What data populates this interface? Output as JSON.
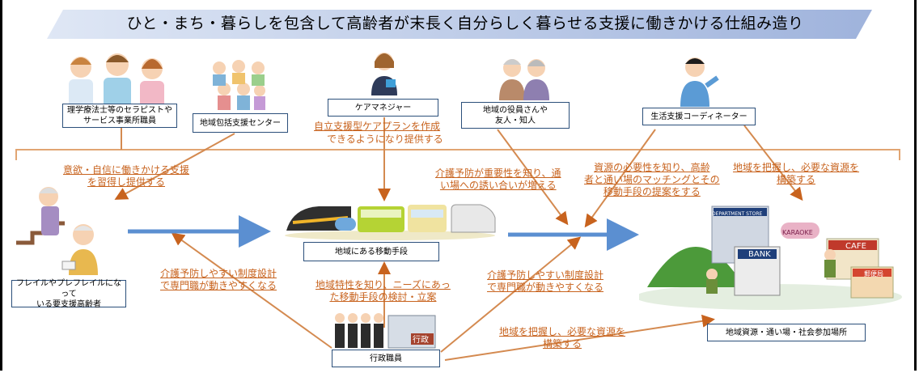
{
  "title": "ひと・まち・暮らしを包含して高齢者が末長く自分らしく暮らせる支援に働きかける仕組み造り",
  "actors": {
    "therapist": "理学療法士等のセラピストや\nサービス事業所職員",
    "center": "地域包括支援センター",
    "caremanager": "ケアマネジャー",
    "officers": "地域の役員さんや\n友人・知人",
    "coordinator": "生活支援コーディネーター",
    "elderly": "フレイルやプレフレイルになって\nいる要支援高齢者",
    "transport": "地域にある移動手段",
    "gov": "行政職員",
    "resources": "地域資源・通い場・社会参加場所"
  },
  "labels": {
    "motivation": "意欲・自信に働きかける支援\nを習得し提供する",
    "careplan_1": "自立支援型ケアプランを作成",
    "careplan_2": "できるようになり提供する",
    "prevention": "介護予防が重要性を知り、通\nい場への誘い合いが増える",
    "matching": "資源の必要性を知り、高齢\n者と通い場のマッチングとその\n移動手段の提案をする",
    "grasp_top": "地域を把握し、必要な資源を\n構築する",
    "system_left": "介護予防しやすい制度設計\nで専門職が動きやすくなる",
    "needs": "地域特性を知り、ニーズにあっ\nた移動手段の検討・立案",
    "system_right": "介護予防しやすい制度設計\nで専門職が動きやすくなる",
    "grasp_bottom": "地域を把握し、必要な資源を\n構築する"
  },
  "signs": {
    "dept_store": "DEPARTMENT STORE",
    "karaoke": "KARAOKE",
    "cafe": "CAFE",
    "bank": "BANK",
    "post": "郵便局",
    "gyosei": "行政"
  },
  "colors": {
    "orange": "#c8631e",
    "blue_arrow": "#5b8fd1",
    "box_border": "#2b4f7a",
    "banner": "#aebfe0"
  }
}
